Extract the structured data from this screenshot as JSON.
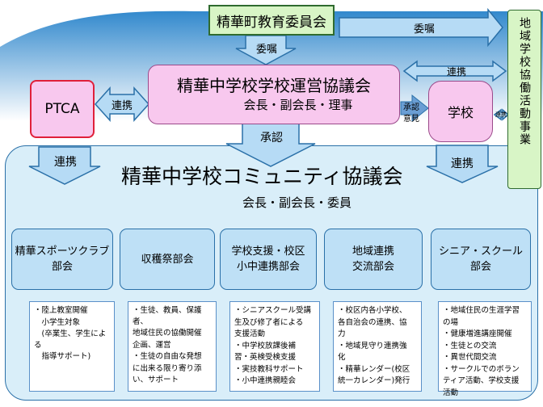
{
  "board": "精華町教育委員会",
  "community_label": "地域学校協働活動事業",
  "council": {
    "title": "精華中学校学校運営協議会",
    "members": "会長・副会長・理事"
  },
  "ptca": "PTCA",
  "school": "学校",
  "arrows": {
    "commission_top": "委嘱",
    "commission_right": "委嘱",
    "link_ptca": "連携",
    "link_right": "連携",
    "approve_line1": "承認",
    "approve_line2": "意見",
    "link_school": "連携",
    "approval": "承認",
    "link_left": "連携",
    "link_right2": "連携"
  },
  "main": {
    "title": "精華中学校コミュニティ協議会",
    "members": "会長・副会長・委員"
  },
  "subcommittees": [
    {
      "name_line1": "精華スポーツクラブ",
      "name_line2": "部会",
      "items": [
        "・陸上教室開催",
        "　小学生対象",
        "　(卒業生、学生による",
        "　指導サポート)"
      ]
    },
    {
      "name_line1": "収穫祭部会",
      "name_line2": "",
      "items": [
        "・生徒、教員、保護者、",
        "地域住民の協働開催",
        "企画、運営",
        "・生徒の自由な発想",
        "に出来る限り寄り添",
        "い、サポート"
      ]
    },
    {
      "name_line1": "学校支援・校区",
      "name_line2": "小中連携部会",
      "items": [
        "・シニアスクール受講",
        "生及び修了者による",
        "支援活動",
        "・中学校放課後補",
        "習・英検受検支援",
        "・実技教科サポート",
        "・小中連携親睦会"
      ]
    },
    {
      "name_line1": "地域連携",
      "name_line2": "交流部会",
      "items": [
        "・校区内各小学校、",
        "各自治会の連携、協",
        "力",
        "・地域見守り連携強",
        "化",
        "・精華レンダー(校区",
        "統一カレンダー)発行"
      ]
    },
    {
      "name_line1": "シニア・スクール",
      "name_line2": "部会",
      "items": [
        "・地域住民の生涯学習",
        "の場",
        "・健康増進講座開催",
        "・生徒との交流",
        "・異世代間交流",
        "・サークルでのボラン",
        "ティア活動、学校支援",
        "活動"
      ]
    }
  ]
}
